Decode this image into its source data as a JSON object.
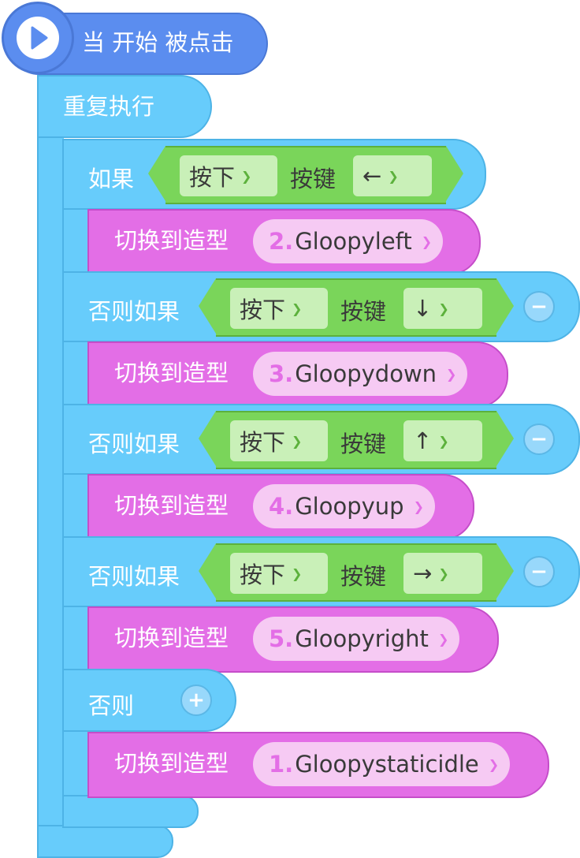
{
  "hat": {
    "label": "当 开始 被点击"
  },
  "forever": {
    "label": "重复执行"
  },
  "if_label": "如果",
  "else_if_label": "否则如果",
  "else_label": "否则",
  "condition": {
    "pressed": "按下",
    "key": "按键"
  },
  "keys": [
    "←",
    "↓",
    "↑",
    "→"
  ],
  "look_label": "切换到造型",
  "costumes": [
    {
      "num": "2.",
      "name": "Gloopyleft"
    },
    {
      "num": "3.",
      "name": "Gloopydown"
    },
    {
      "num": "4.",
      "name": "Gloopyup"
    },
    {
      "num": "5.",
      "name": "Gloopyright"
    },
    {
      "num": "1.",
      "name": "Gloopystaticidle"
    }
  ],
  "buttons": {
    "minus": "−",
    "plus": "+"
  },
  "colors": {
    "event": "#5b8def",
    "control": "#67ccfb",
    "sensing": "#7ad55a",
    "looks": "#e36ee6"
  }
}
